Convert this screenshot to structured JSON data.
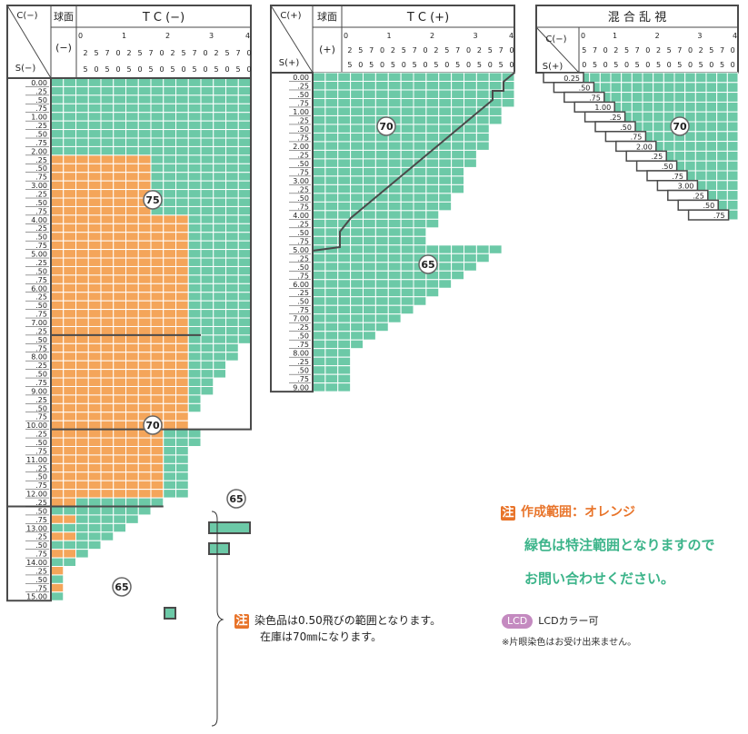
{
  "colors": {
    "green": "#6cc9a7",
    "orange": "#f4a55a",
    "frame": "#4a4a4a",
    "white": "#ffffff",
    "note_orange": "#e8742a",
    "note_green": "#3cb48a",
    "lcd_purple": "#c48ac0"
  },
  "table1": {
    "corner_top": "C(−)",
    "corner_bottom": "S(−)",
    "sph_header": "球面",
    "title": "T C (−)",
    "sub_label": "(−)",
    "col_ticks_top": [
      "0",
      "1",
      "2",
      "3",
      "4"
    ],
    "col_digits_row1": [
      "2",
      "5",
      "7",
      "0",
      "2",
      "5",
      "7",
      "0",
      "2",
      "5",
      "7",
      "0",
      "2",
      "5",
      "7",
      "0"
    ],
    "col_digits_row2": [
      "5",
      "0",
      "5",
      "0",
      "5",
      "0",
      "5",
      "0",
      "5",
      "0",
      "5",
      "0",
      "5",
      "0",
      "5",
      "0"
    ],
    "row_labels": [
      "0.00",
      ".25",
      ".50",
      ".75",
      "1.00",
      ".25",
      ".50",
      ".75",
      "2.00",
      ".25",
      ".50",
      ".75",
      "3.00",
      ".25",
      ".50",
      ".75",
      "4.00",
      ".25",
      ".50",
      ".75",
      "5.00",
      ".25",
      ".50",
      ".75",
      "6.00",
      ".25",
      ".50",
      ".75",
      "7.00",
      ".25",
      ".50",
      ".75",
      "8.00",
      ".25",
      ".50",
      ".75",
      "9.00",
      ".25",
      ".50",
      ".75",
      "10.00",
      ".25",
      ".50",
      ".75",
      "11.00",
      ".25",
      ".50",
      ".75",
      "12.00",
      ".25",
      ".50",
      ".75",
      "13.00",
      ".25",
      ".50",
      ".75",
      "14.00",
      ".25",
      ".50",
      ".75",
      "15.00"
    ],
    "badges": [
      "75",
      "70",
      "65",
      "65"
    ]
  },
  "table2": {
    "corner_top": "C(+)",
    "corner_bottom": "S(+)",
    "sph_header": "球面",
    "title": "T C (+)",
    "sub_label": "(+)",
    "col_ticks_top": [
      "0",
      "1",
      "2",
      "3",
      "4"
    ],
    "col_digits_row1": [
      "2",
      "5",
      "7",
      "0",
      "2",
      "5",
      "7",
      "0",
      "2",
      "5",
      "7",
      "0",
      "2",
      "5",
      "7",
      "0"
    ],
    "col_digits_row2": [
      "5",
      "0",
      "5",
      "0",
      "5",
      "0",
      "5",
      "0",
      "5",
      "0",
      "5",
      "0",
      "5",
      "0",
      "5",
      "0"
    ],
    "row_labels": [
      "0.00",
      ".25",
      ".50",
      ".75",
      "1.00",
      ".25",
      ".50",
      ".75",
      "2.00",
      ".25",
      ".50",
      ".75",
      "3.00",
      ".25",
      ".50",
      ".75",
      "4.00",
      ".25",
      ".50",
      ".75",
      "5.00",
      ".25",
      ".50",
      ".75",
      "6.00",
      ".25",
      ".50",
      ".75",
      "7.00",
      ".25",
      ".50",
      ".75",
      "8.00",
      ".25",
      ".50",
      ".75",
      "9.00"
    ],
    "badges": [
      "70",
      "65"
    ]
  },
  "table3": {
    "title": "混 合 乱 視",
    "corner_top": "C(−)",
    "corner_bottom": "S(+)",
    "col_ticks_top": [
      "0",
      "1",
      "2",
      "3",
      "4"
    ],
    "col_digits_row1": [
      "5",
      "7",
      "0",
      "2",
      "5",
      "7",
      "0",
      "2",
      "5",
      "7",
      "0",
      "2",
      "5",
      "7",
      "0"
    ],
    "col_digits_row2": [
      "0",
      "5",
      "0",
      "5",
      "0",
      "5",
      "0",
      "5",
      "0",
      "5",
      "0",
      "5",
      "0",
      "5",
      "0"
    ],
    "diag_labels": [
      "0.25",
      ".50",
      ".75",
      "1.00",
      ".25",
      ".50",
      ".75",
      "2.00",
      ".25",
      ".50",
      ".75",
      "3.00",
      ".25",
      ".50",
      ".75"
    ],
    "badges": [
      "70"
    ]
  },
  "note_range": {
    "badge": "注",
    "line1": "作成範囲：オレンジ",
    "line2": "緑色は特注範囲となりますので",
    "line3": "お問い合わせください。"
  },
  "note_lcd": {
    "badge": "LCD",
    "text": "LCDカラー可",
    "sub": "※片眼染色はお受け出来ません。"
  },
  "note_dye": {
    "badge": "注",
    "line1": "染色品は0.50飛びの範囲となります。",
    "line2": "在庫は70㎜になります。"
  }
}
